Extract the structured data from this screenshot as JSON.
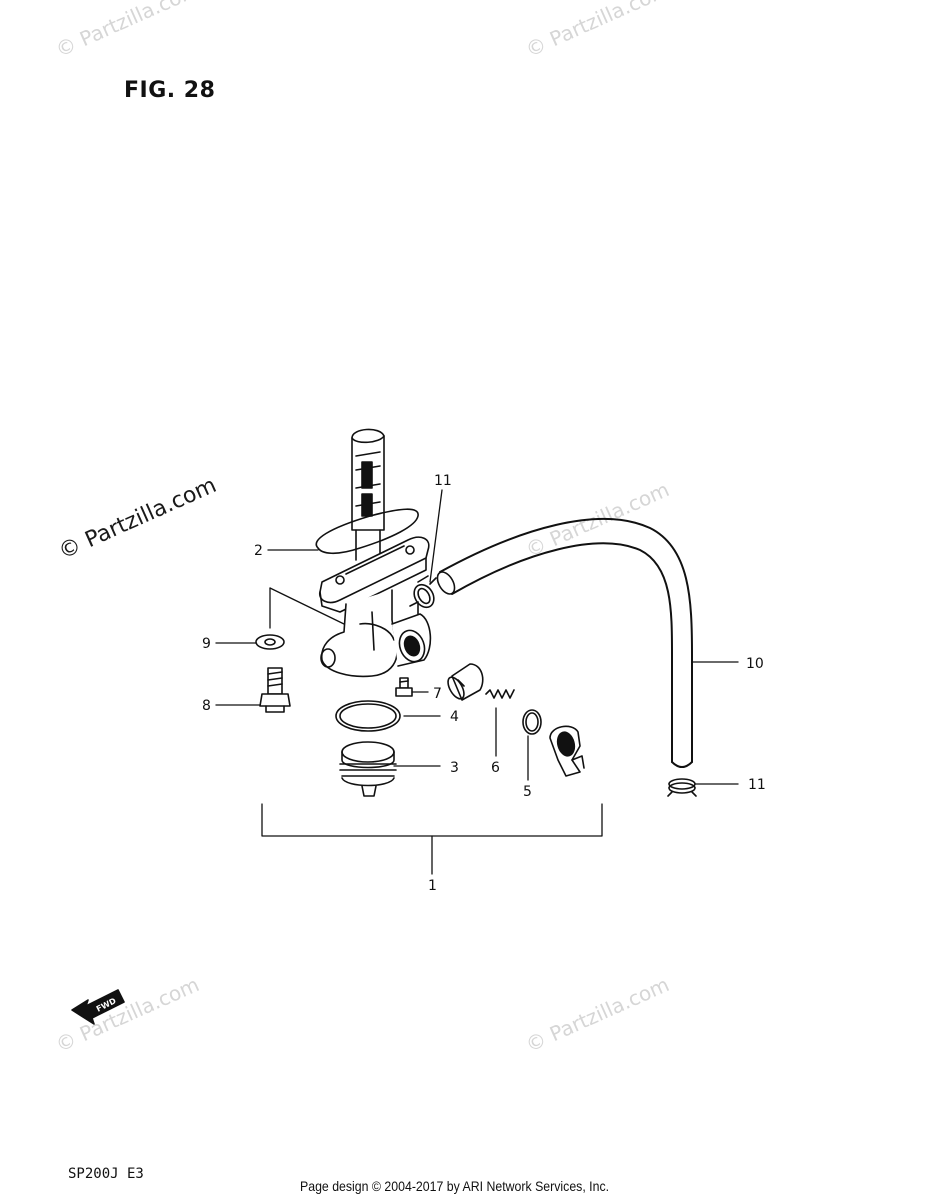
{
  "figure_title": "FIG. 28",
  "model_code": "SP200J  E3",
  "footer": "Page design © 2004-2017 by ARI Network Services, Inc.",
  "watermark_main": "© Partzilla.com",
  "watermark_light": "© Partzilla.com",
  "fwd_label": "FWD",
  "callouts": {
    "c1": "1",
    "c2": "2",
    "c3": "3",
    "c4": "4",
    "c5": "5",
    "c6": "6",
    "c7": "7",
    "c8": "8",
    "c9": "9",
    "c10": "10",
    "c11a": "11",
    "c11b": "11"
  }
}
